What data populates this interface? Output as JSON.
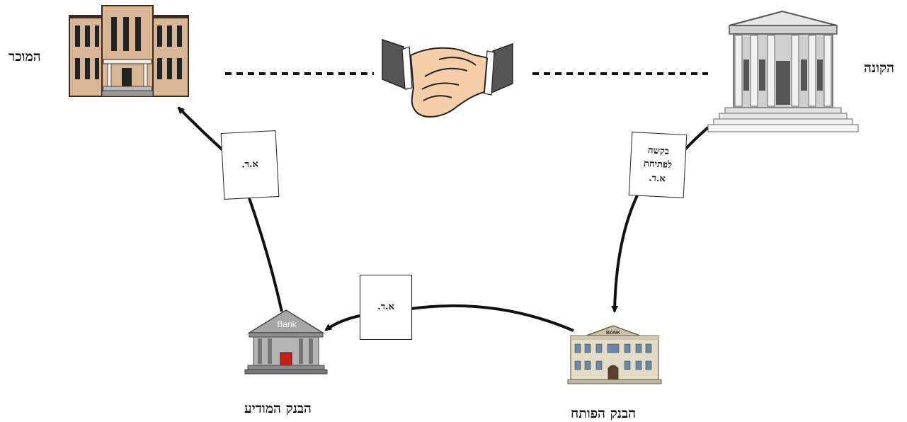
{
  "parties": {
    "seller": "המוכר",
    "buyer": "הקונה",
    "advising_bank": "הבנק המודיע",
    "issuing_bank": "הבנק הפותח"
  },
  "documents": {
    "request": "בקשה\nלפתיחת\nא.ד.",
    "lc_to_seller": "א.ד.",
    "lc_to_advising": "א.ד."
  },
  "icons": {
    "seller": "building-icon",
    "buyer": "classical-building-icon",
    "agreement": "handshake-icon",
    "advising_bank": "bank-icon",
    "issuing_bank": "bank-building-icon",
    "bank_sign_1": "Bank",
    "bank_sign_2": "BANK"
  },
  "colors": {
    "line": "#111111",
    "seller_building": "#d8b594",
    "buyer_building": "#d9d9d9",
    "skin": "#f6cfa8",
    "sleeve": "#555555"
  }
}
